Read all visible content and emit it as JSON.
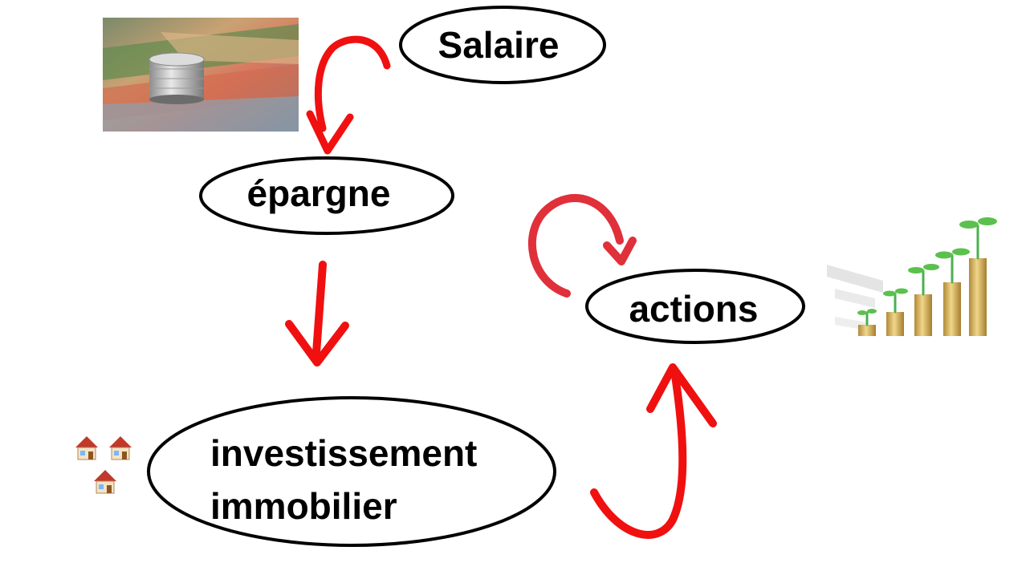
{
  "nodes": {
    "salaire": {
      "label": "Salaire"
    },
    "epargne": {
      "label": "épargne"
    },
    "actions": {
      "label": "actions"
    },
    "investissement": {
      "line1": "investissement",
      "line2": "immobilier"
    }
  },
  "pictures": {
    "money": {
      "description": "stack of coins on banknotes"
    },
    "growth": {
      "description": "growing stacks of coins with sprouting plants"
    },
    "houses": {
      "icon": "house-icon",
      "count": 3
    }
  },
  "colors": {
    "arrow_red": "#f01010",
    "arrow_loop": "#e0303a",
    "ellipse_stroke": "#000000",
    "text": "#000000"
  }
}
